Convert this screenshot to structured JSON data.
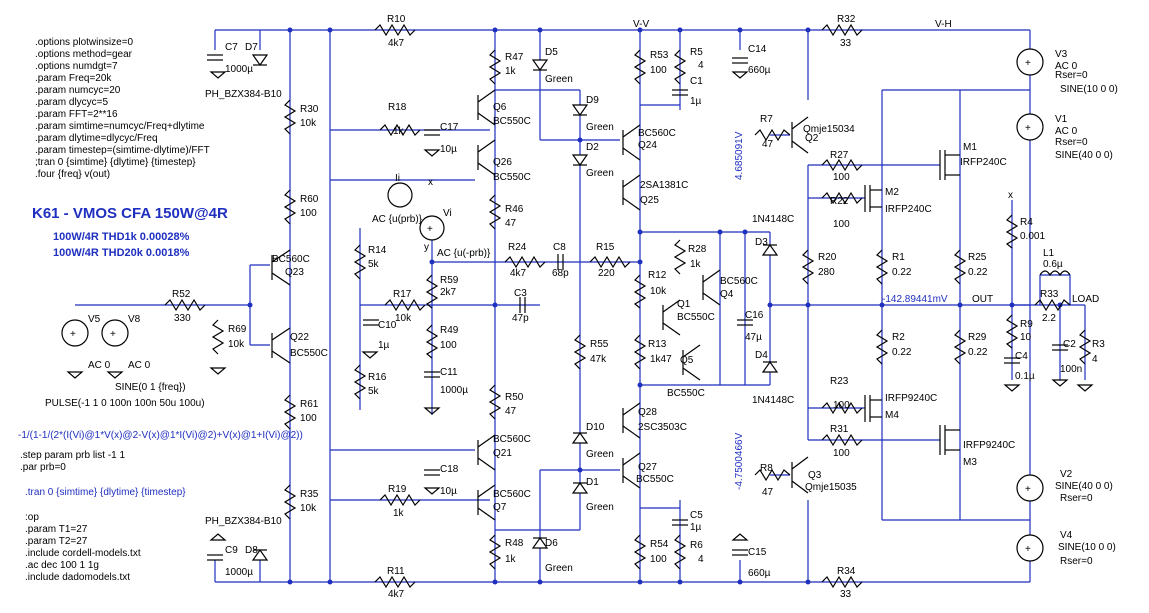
{
  "title": "K61 - VMOS CFA 150W@4R",
  "thd": [
    "100W/4R THD1k 0.00028%",
    "100W/4R THD20k 0.0018%"
  ],
  "directives_top": [
    ".options plotwinsize=0",
    ".options method=gear",
    ".options numdgt=7",
    ".param Freq=20k",
    ".param numcyc=20",
    ".param dlycyc=5",
    ".param FFT=2**16",
    ".param simtime=numcyc/Freq+dlytime",
    ".param dlytime=dlycyc/Freq",
    ".param timestep=(simtime-dlytime)/FFT",
    ";tran 0 {simtime} {dlytime} {timestep}",
    ".four {freq} v(out)"
  ],
  "loopgain_expr": "-1/(1-1/(2*(I(Vi)@1*V(x)@2-V(x)@1*I(Vi)@2)+V(x)@1+I(Vi)@2))",
  "step_lines": [
    ".step param prb list -1 1",
    ".par prb=0"
  ],
  "tran_line": ".tran 0 {simtime} {dlytime} {timestep}",
  "bottom_lines": [
    ":op",
    ".param T1=27",
    ".param T2=27",
    ".include cordell-models.txt",
    ".ac dec 100 1 1g",
    ".include dadomodels.txt"
  ],
  "nets": {
    "vv": "V-V",
    "vh": "V-H",
    "out": "OUT",
    "load": "LOAD",
    "out_voltage": "-142.89441mV",
    "vq24": "4.685091V",
    "vq27": "-4.7500466V",
    "x_top": "x",
    "x_right": "x",
    "y_label": "y"
  },
  "sources": {
    "v5": "V5",
    "v8": "V8",
    "v5_ac": "AC 0",
    "v8_ac": "AC 0",
    "sine_in": "SINE(0 1 {freq})",
    "pulse": "PULSE(-1 1 0 100n 100n 50u 100u)",
    "ii": "Ii",
    "ii_ac": "AC {u(prb)}",
    "vi": "Vi",
    "vi_ac": "AC {u(-prb)}",
    "v3": "V3",
    "v3_ac": "AC 0",
    "v3_r": "Rser=0",
    "v3_sine": "SINE(10 0 0)",
    "v1": "V1",
    "v1_ac": "AC 0",
    "v1_r": "Rser=0",
    "v1_sine": "SINE(40 0 0)",
    "v2": "V2",
    "v2_sine": "SINE(40 0 0)",
    "v2_r": "Rser=0",
    "v4": "V4",
    "v4_sine": "SINE(10 0 0)",
    "v4_r": "Rser=0"
  },
  "resistors": {
    "r10": [
      "R10",
      "4k7"
    ],
    "r11": [
      "R11",
      "4k7"
    ],
    "r30": [
      "R30",
      "10k"
    ],
    "r60": [
      "R60",
      "100"
    ],
    "r61": [
      "R61",
      "100"
    ],
    "r35": [
      "R35",
      "10k"
    ],
    "r18": [
      "R18",
      "1k"
    ],
    "r19": [
      "R19",
      "1k"
    ],
    "r47": [
      "R47",
      "1k"
    ],
    "r48": [
      "R48",
      "1k"
    ],
    "r46": [
      "R46",
      "47"
    ],
    "r50": [
      "R50",
      "47"
    ],
    "r14": [
      "R14",
      "5k"
    ],
    "r16": [
      "R16",
      "5k"
    ],
    "r17": [
      "R17",
      "10k"
    ],
    "r52": [
      "R52",
      "330"
    ],
    "r69": [
      "R69",
      "10k"
    ],
    "r59": [
      "R59",
      "2k7"
    ],
    "r49": [
      "R49",
      "100"
    ],
    "r24": [
      "R24",
      "4k7"
    ],
    "r15": [
      "R15",
      "220"
    ],
    "r53": [
      "R53",
      "100"
    ],
    "r54": [
      "R54",
      "100"
    ],
    "r5": [
      "R5",
      "4"
    ],
    "r6": [
      "R6",
      "4"
    ],
    "r55": [
      "R55",
      "47k"
    ],
    "r12": [
      "R12",
      "10k"
    ],
    "r13": [
      "R13",
      "1k47"
    ],
    "r28": [
      "R28",
      "1k"
    ],
    "r7": [
      "R7",
      "47"
    ],
    "r8": [
      "R8",
      "47"
    ],
    "r27": [
      "R27",
      "100"
    ],
    "r22": [
      "R22",
      "100"
    ],
    "r23": [
      "R23",
      "100"
    ],
    "r31": [
      "R31",
      "100"
    ],
    "r20": [
      "R20",
      "280"
    ],
    "r1": [
      "R1",
      "0.22"
    ],
    "r2": [
      "R2",
      "0.22"
    ],
    "r25": [
      "R25",
      "0.22"
    ],
    "r29": [
      "R29",
      "0.22"
    ],
    "r32": [
      "R32",
      "33"
    ],
    "r34": [
      "R34",
      "33"
    ],
    "r4": [
      "R4",
      "0.001"
    ],
    "r9": [
      "R9",
      "10"
    ],
    "r33": [
      "R33",
      "2.2"
    ],
    "r3": [
      "R3",
      "4"
    ]
  },
  "capacitors": {
    "c7": [
      "C7",
      "1000µ"
    ],
    "c9": [
      "C9",
      "1000µ"
    ],
    "c17": [
      "C17",
      "10µ"
    ],
    "c18": [
      "C18",
      "10µ"
    ],
    "c10": [
      "C10",
      "1µ"
    ],
    "c11": [
      "C11",
      "1000µ"
    ],
    "c3": [
      "C3",
      "47p"
    ],
    "c8": [
      "C8",
      "68p"
    ],
    "c1": [
      "C1",
      "1µ"
    ],
    "c5": [
      "C5",
      "1µ"
    ],
    "c14": [
      "C14",
      "660µ"
    ],
    "c15": [
      "C15",
      "660µ"
    ],
    "c16": [
      "C16",
      "47µ"
    ],
    "c4": [
      "C4",
      "0.1µ"
    ],
    "c2": [
      "C2",
      "100n"
    ]
  },
  "inductors": {
    "l1": [
      "L1",
      "0.6µ"
    ]
  },
  "diodes": {
    "d7": "D7",
    "d8": "D8",
    "zener": "PH_BZX384-B10",
    "zener2": "PH_BZX384-B10",
    "d5": [
      "D5",
      "Green"
    ],
    "d6": [
      "D6",
      "Green"
    ],
    "d9": [
      "D9",
      "Green"
    ],
    "d2": [
      "D2",
      "Green"
    ],
    "d10": [
      "D10",
      "Green"
    ],
    "d1": [
      "D1",
      "Green"
    ],
    "d3": [
      "D3",
      "1N4148C"
    ],
    "d4": [
      "D4",
      "1N4148C"
    ]
  },
  "transistors": {
    "q23": [
      "Q23",
      "BC560C"
    ],
    "q22": [
      "Q22",
      "BC550C"
    ],
    "q6": [
      "Q6",
      "BC550C"
    ],
    "q26": [
      "Q26",
      "BC550C"
    ],
    "q21": [
      "Q21",
      "BC560C"
    ],
    "q7": [
      "Q7",
      "BC560C"
    ],
    "q24": [
      "Q24",
      "BC560C"
    ],
    "q25": [
      "Q25",
      "2SA1381C"
    ],
    "q28": [
      "Q28",
      "2SC3503C"
    ],
    "q27": [
      "Q27",
      "BC550C"
    ],
    "q1": [
      "Q1",
      "BC550C"
    ],
    "q4": [
      "Q4",
      "BC560C"
    ],
    "q5": [
      "Q5",
      "BC550C"
    ],
    "q2": [
      "Q2",
      "Qmje15034"
    ],
    "q3": [
      "Q3",
      "Qmje15035"
    ],
    "m1": [
      "M1",
      "IRFP240C"
    ],
    "m2": [
      "M2",
      "IRFP240C"
    ],
    "m3": [
      "M3",
      "IRFP9240C"
    ],
    "m4": [
      "M4",
      "IRFP9240C"
    ]
  }
}
